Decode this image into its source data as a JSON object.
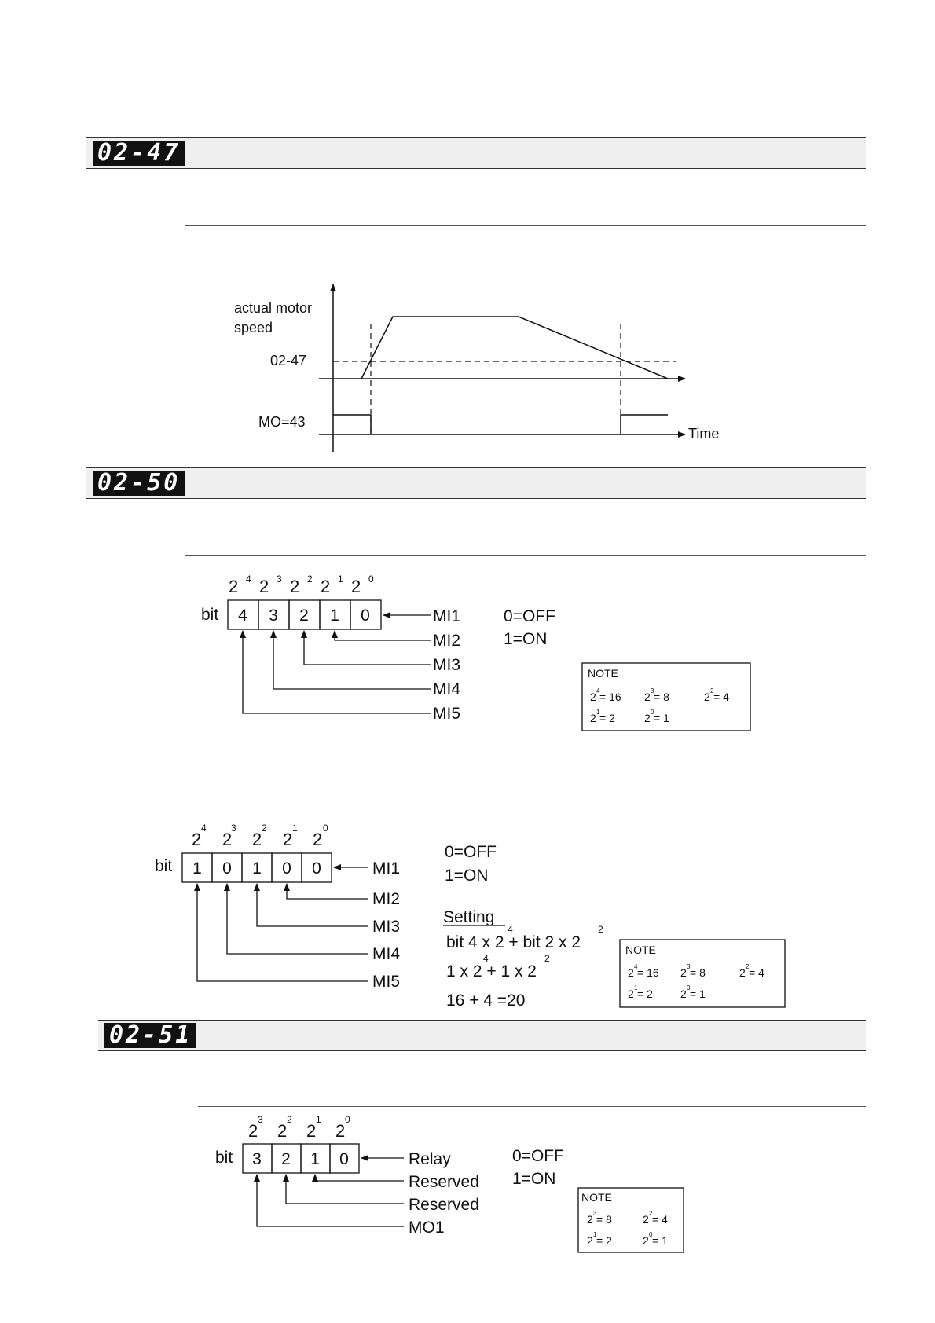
{
  "sections": [
    {
      "code": "02-47"
    },
    {
      "code": "02-50"
    },
    {
      "code": "02-51"
    }
  ],
  "speed_diagram": {
    "y_label_line1": "actual motor",
    "y_label_line2": "speed",
    "level_label": "02-47",
    "mo_label": "MO=43",
    "x_label": "Time"
  },
  "bit_diagram_1": {
    "bit_label": "bit",
    "powers": [
      "4",
      "3",
      "2",
      "1",
      "0"
    ],
    "base": "2",
    "cells": [
      "4",
      "3",
      "2",
      "1",
      "0"
    ],
    "inputs": [
      "MI1",
      "MI2",
      "MI3",
      "MI4",
      "MI5"
    ],
    "off": "0=OFF",
    "on": "1=ON",
    "note": {
      "title": "NOTE",
      "row1": [
        {
          "exp": "4",
          "val": "= 16"
        },
        {
          "exp": "3",
          "val": "= 8"
        },
        {
          "exp": "2",
          "val": "= 4"
        }
      ],
      "row2": [
        {
          "exp": "1",
          "val": "= 2"
        },
        {
          "exp": "0",
          "val": "= 1"
        }
      ]
    }
  },
  "bit_diagram_2": {
    "bit_label": "bit",
    "powers": [
      "4",
      "3",
      "2",
      "1",
      "0"
    ],
    "base": "2",
    "cells": [
      "1",
      "0",
      "1",
      "0",
      "0"
    ],
    "inputs": [
      "MI1",
      "MI2",
      "MI3",
      "MI4",
      "MI5"
    ],
    "off": "0=OFF",
    "on": "1=ON",
    "setting_title": "Setting",
    "formula1": "bit 4 x 2 + bit 2 x 2",
    "formula1_exp_a": "4",
    "formula1_exp_b": "2",
    "formula2": "1 x 2 + 1 x 2",
    "formula2_exp_a": "4",
    "formula2_exp_b": "2",
    "formula3": "16 + 4 =20",
    "note": {
      "title": "NOTE",
      "row1": [
        {
          "exp": "4",
          "val": "= 16"
        },
        {
          "exp": "3",
          "val": "= 8"
        },
        {
          "exp": "2",
          "val": "= 4"
        }
      ],
      "row2": [
        {
          "exp": "1",
          "val": "= 2"
        },
        {
          "exp": "0",
          "val": "= 1"
        }
      ]
    }
  },
  "bit_diagram_3": {
    "bit_label": "bit",
    "powers": [
      "3",
      "2",
      "1",
      "0"
    ],
    "base": "2",
    "cells": [
      "3",
      "2",
      "1",
      "0"
    ],
    "outputs": [
      "Relay",
      "Reserved",
      "Reserved",
      "MO1"
    ],
    "off": "0=OFF",
    "on": "1=ON",
    "note": {
      "title": "NOTE",
      "row1": [
        {
          "exp": "3",
          "val": "= 8"
        },
        {
          "exp": "2",
          "val": "= 4"
        }
      ],
      "row2": [
        {
          "exp": "1",
          "val": "= 2"
        },
        {
          "exp": "0",
          "val": "= 1"
        }
      ]
    }
  }
}
